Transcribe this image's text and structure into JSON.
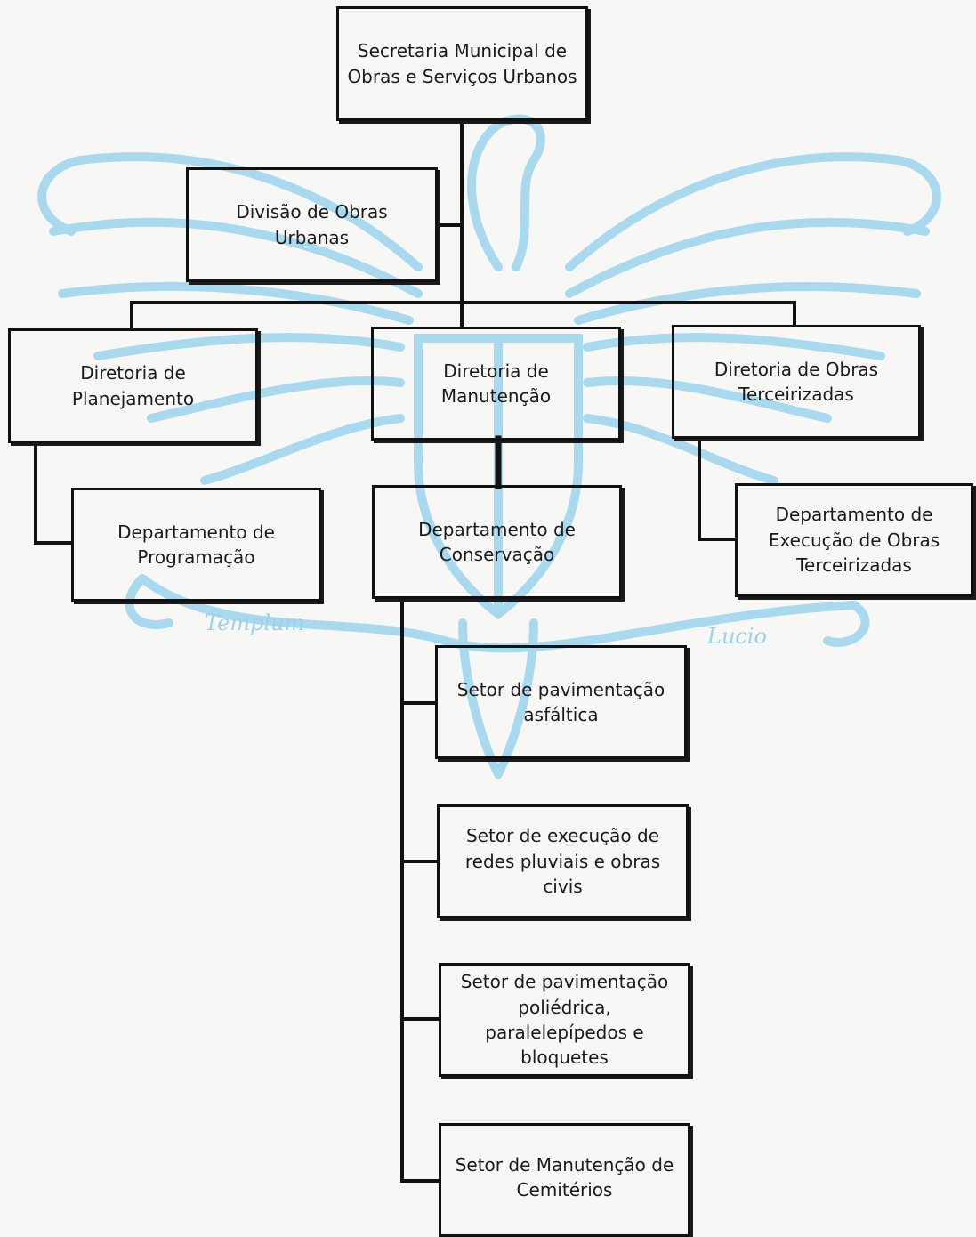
{
  "nodes": {
    "secretaria": "Secretaria Municipal de Obras e Serviços Urbanos",
    "divisao_obras_urbanas": "Divisão de Obras Urbanas",
    "dir_planejamento": "Diretoria de Planejamento",
    "dir_manutencao": "Diretoria de Manutenção",
    "dir_obras_terceirizadas": "Diretoria de Obras Terceirizadas",
    "dep_programacao": "Departamento de Programação",
    "dep_conservacao": "Departamento de Conservação",
    "dep_execucao_obras_terceirizadas": "Departamento de Execução de Obras Terceirizadas",
    "setor_pav_asfaltica": "Setor de pavimentação asfáltica",
    "setor_redes_pluviais": "Setor de execução de redes pluviais e obras civis",
    "setor_pav_poliedrica": "Setor de pavimentação poliédrica, paralelepípedos e bloquetes",
    "setor_cemiterios": "Setor de Manutenção de Cemitérios"
  },
  "watermark": {
    "left_text": "Templum",
    "right_text": "Lucio",
    "color": "#7ec5e8"
  },
  "colors": {
    "line": "#111111",
    "paper": "#f7f7f5"
  }
}
